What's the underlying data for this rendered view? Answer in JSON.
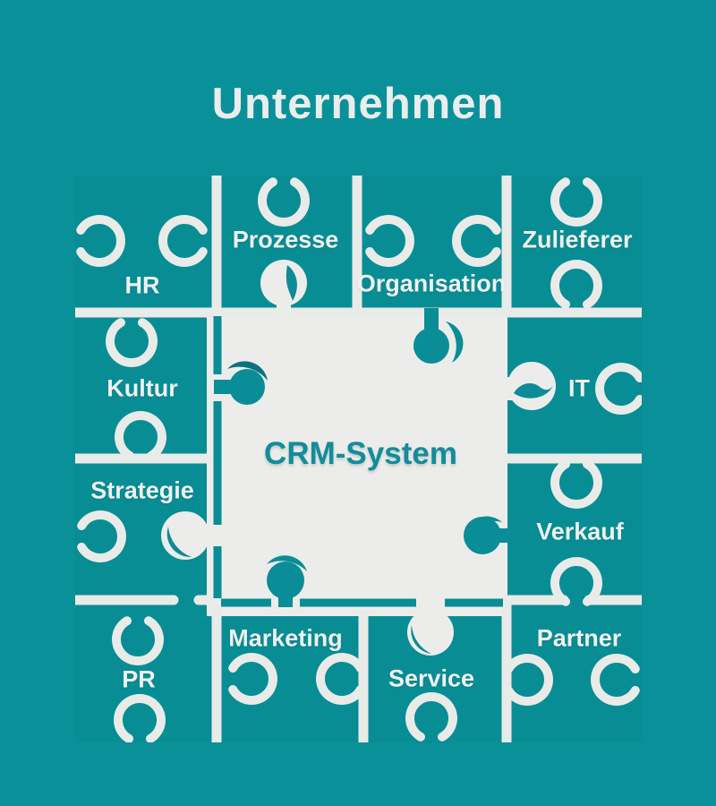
{
  "page": {
    "title": "Unternehmen"
  },
  "puzzle": {
    "center": {
      "label": "CRM-System"
    },
    "pieces": {
      "hr": "HR",
      "prozesse": "Prozesse",
      "organisation": "Organisation",
      "zulieferer": "Zulieferer",
      "kultur": "Kultur",
      "it": "IT",
      "strategie": "Strategie",
      "verkauf": "Verkauf",
      "marketing": "Marketing",
      "partner": "Partner",
      "pr": "PR",
      "service": "Service"
    }
  },
  "colors": {
    "page_background": "#0a9099",
    "puzzle_background": "#088d95",
    "puzzle_outline": "#e8ebe8",
    "center_piece_fill": "#ecedea",
    "center_text": "#148c9b",
    "label_text": "#eef1ef",
    "knob_teal": "#0a8d96",
    "crescent_dark": "#0b7280"
  }
}
